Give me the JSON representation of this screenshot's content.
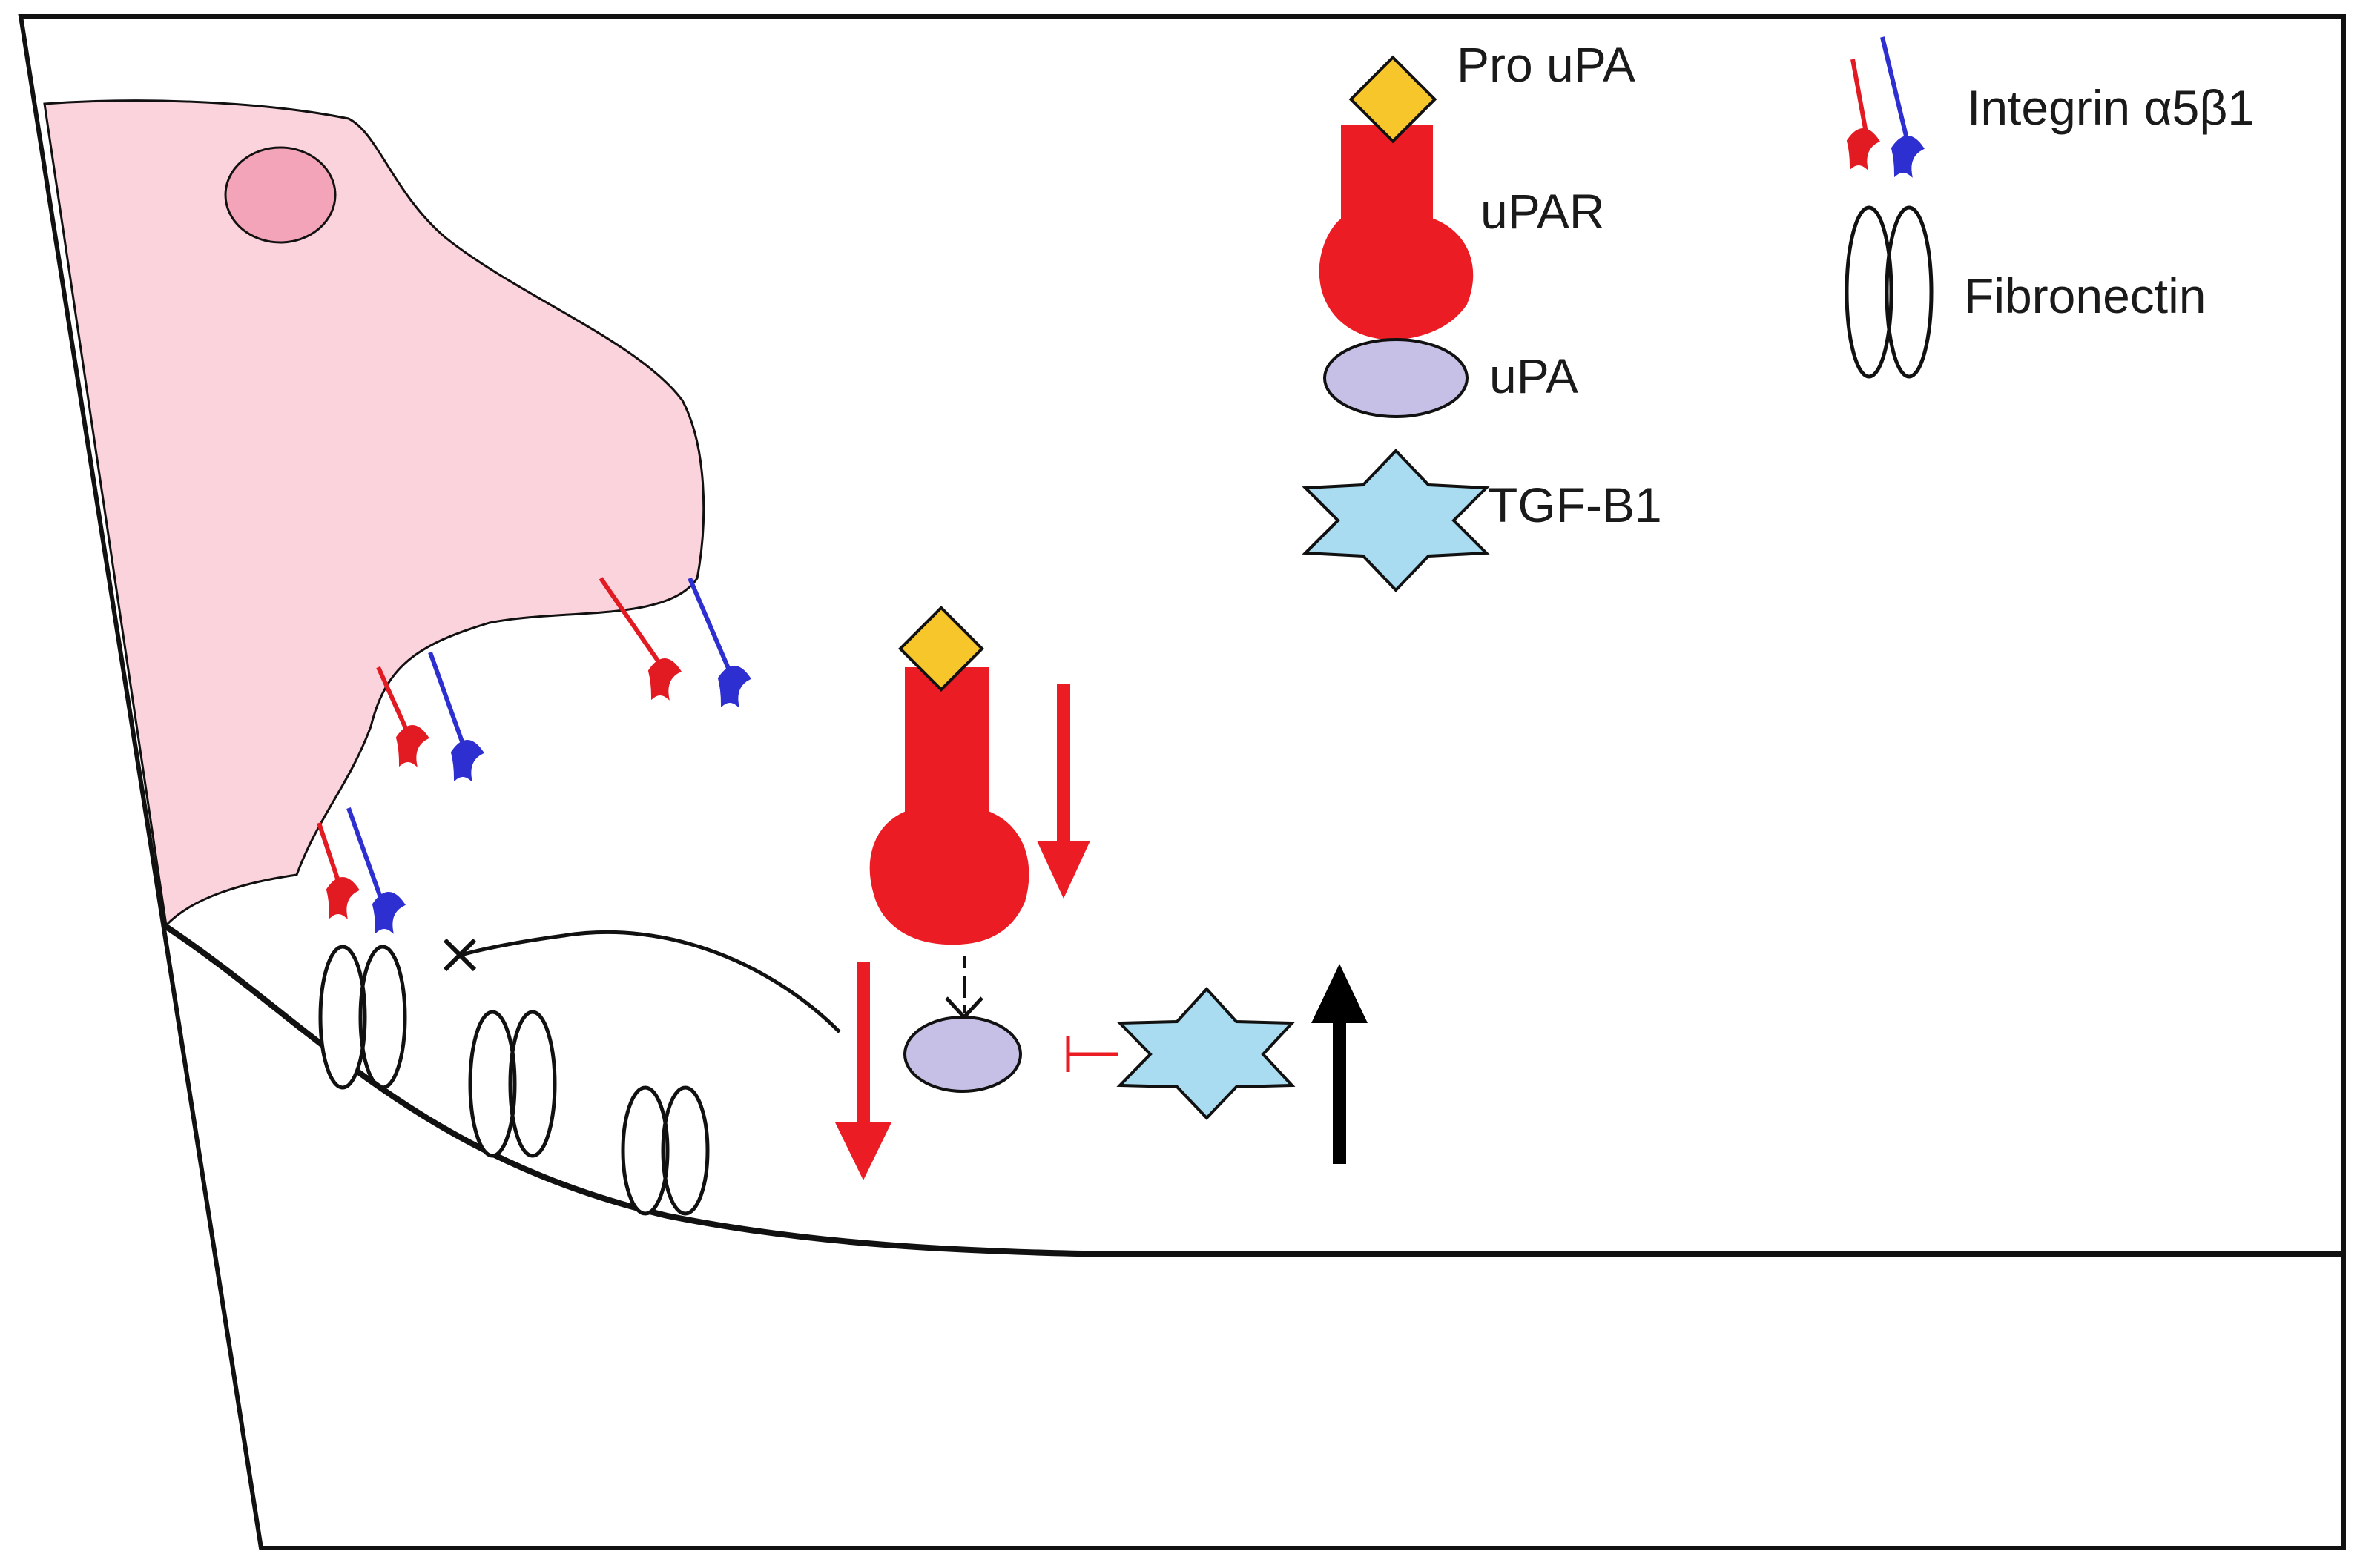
{
  "legend": {
    "pro_upa": "Pro uPA",
    "upar": "uPAR",
    "upa": "uPA",
    "tgf": "TGF-B1",
    "integrin": "Integrin α5β1",
    "fibronectin": "Fibronectin"
  },
  "regulation": {
    "upar_level": "decreased",
    "upa_level": "decreased",
    "tgf_level": "increased",
    "tgf_effect_on_upa": "inhibits",
    "upar_to_upa": "activates",
    "upa_to_fibronectin_binding": "blocked"
  },
  "colors": {
    "cell_body": "#fbd3dd",
    "nucleus": "#f4a4b9",
    "pro_upa": "#f6c62a",
    "upar": "#ec1c24",
    "upa": "#c7c0e6",
    "tgf": "#a9dcf0",
    "integrin_alpha": "#e21b23",
    "integrin_beta": "#2e2fd0",
    "down_arrow": "#ec1c24",
    "up_arrow": "#000000",
    "outline": "#111111"
  }
}
